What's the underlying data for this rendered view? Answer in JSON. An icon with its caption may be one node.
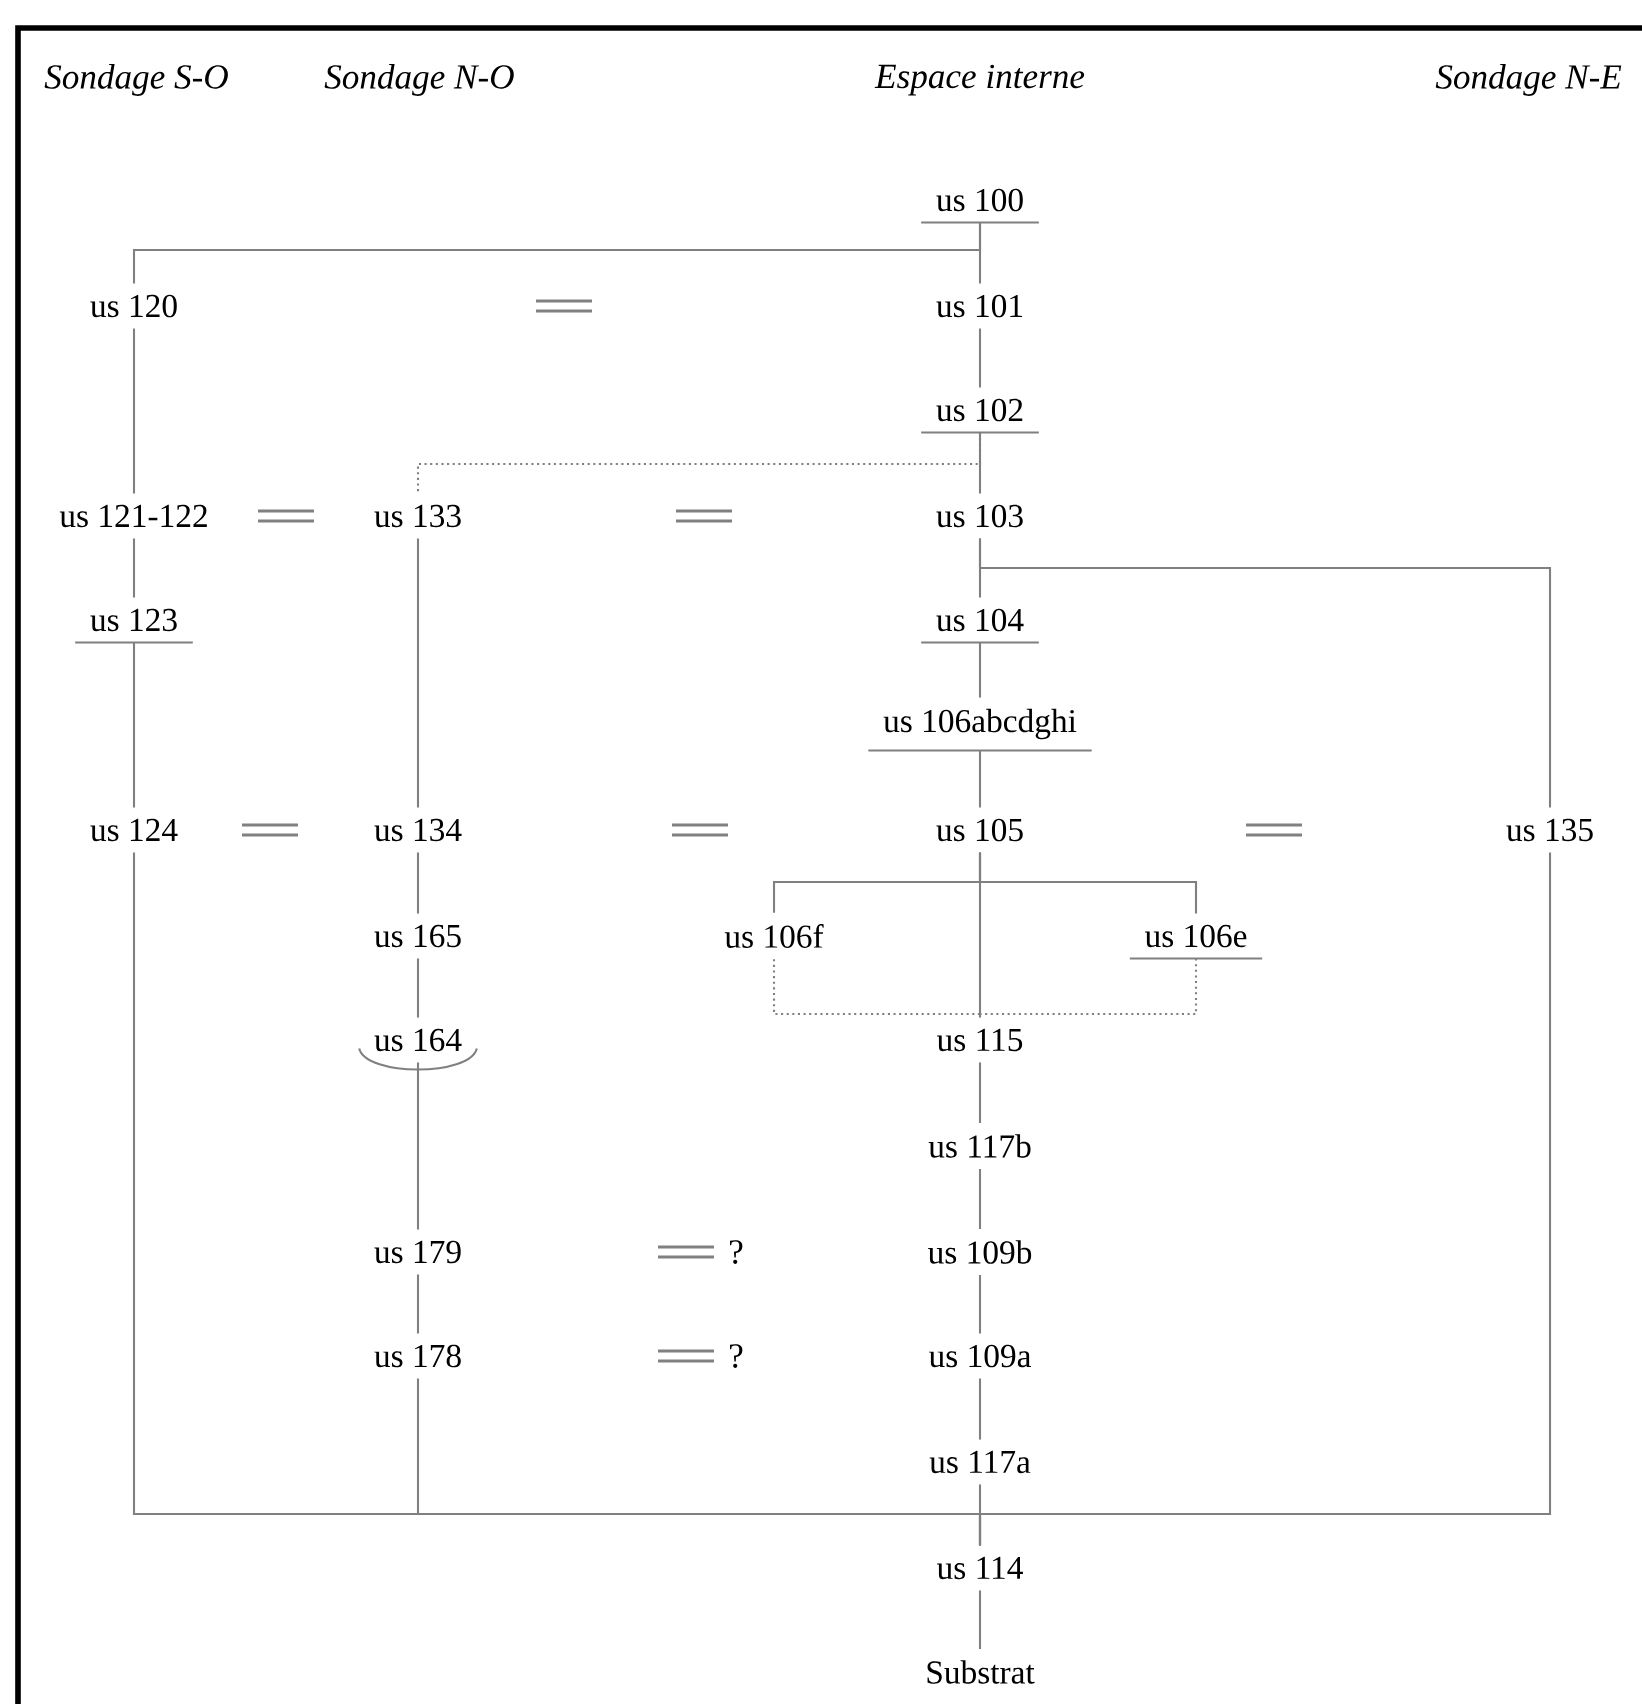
{
  "diagram": {
    "nodes": [
      {
        "text": [
          "us 100"
        ]
      },
      {
        "text": [
          "us 120"
        ]
      },
      {
        "text": [
          "us 101"
        ]
      },
      {
        "text": [
          "us 102"
        ]
      },
      {
        "text": [
          "us 121-122"
        ]
      },
      {
        "text": [
          "us 133"
        ]
      },
      {
        "text": [
          "us 103"
        ]
      },
      {
        "text": [
          "us 123"
        ]
      },
      {
        "text": [
          "us 104"
        ]
      },
      {
        "text": [
          "us 106abcdghi"
        ]
      },
      {
        "text": [
          "us 124"
        ]
      },
      {
        "text": [
          "us 134"
        ]
      },
      {
        "text": [
          "us 105"
        ]
      },
      {
        "text": [
          "us 135"
        ]
      },
      {
        "text": [
          "us 165"
        ]
      },
      {
        "text": [
          "us 106f"
        ]
      },
      {
        "text": [
          "us 106e"
        ]
      },
      {
        "text": [
          "us 164"
        ]
      },
      {
        "text": [
          "us 115"
        ]
      },
      {
        "text": [
          "us 117b"
        ]
      },
      {
        "text": [
          "us 179"
        ]
      },
      {
        "text": [
          "us 109b"
        ]
      },
      {
        "text": [
          "us 178"
        ]
      },
      {
        "text": [
          "us 109a"
        ]
      },
      {
        "text": [
          "us 117a"
        ]
      },
      {
        "text": [
          "us 114"
        ]
      },
      {
        "text": [
          "Substrat"
        ]
      }
    ],
    "edges": [
      {
        "from": 0,
        "to": 1,
        "arrow": "none"
      },
      {
        "from": 0,
        "to": 2,
        "arrow": "none"
      },
      {
        "from": 2,
        "to": 3,
        "arrow": "none"
      },
      {
        "from": 3,
        "to": 5,
        "arrow": "none",
        "style": "dashed"
      },
      {
        "from": 3,
        "to": 6,
        "arrow": "none"
      },
      {
        "from": 1,
        "to": 4,
        "arrow": "none"
      },
      {
        "from": 4,
        "to": 7,
        "arrow": "none"
      },
      {
        "from": 7,
        "to": 10,
        "arrow": "none"
      },
      {
        "from": 5,
        "to": 11,
        "arrow": "none"
      },
      {
        "from": 6,
        "to": 8,
        "arrow": "none"
      },
      {
        "from": 6,
        "to": 13,
        "arrow": "none"
      },
      {
        "from": 8,
        "to": 9,
        "arrow": "none"
      },
      {
        "from": 9,
        "to": 12,
        "arrow": "none"
      },
      {
        "from": 12,
        "to": 15,
        "arrow": "none"
      },
      {
        "from": 12,
        "to": 18,
        "arrow": "none"
      },
      {
        "from": 12,
        "to": 16,
        "arrow": "none"
      },
      {
        "from": 15,
        "to": 18,
        "arrow": "none",
        "style": "dashed"
      },
      {
        "from": 16,
        "to": 18,
        "arrow": "none",
        "style": "dashed"
      },
      {
        "from": 11,
        "to": 14,
        "arrow": "none"
      },
      {
        "from": 14,
        "to": 17,
        "arrow": "none"
      },
      {
        "from": 17,
        "to": 20,
        "arrow": "none"
      },
      {
        "from": 20,
        "to": 22,
        "arrow": "none"
      },
      {
        "from": 18,
        "to": 19,
        "arrow": "none"
      },
      {
        "from": 19,
        "to": 21,
        "arrow": "none"
      },
      {
        "from": 21,
        "to": 23,
        "arrow": "none"
      },
      {
        "from": 23,
        "to": 24,
        "arrow": "none"
      },
      {
        "from": 24,
        "to": 25,
        "arrow": "none"
      },
      {
        "from": 10,
        "to": 25,
        "arrow": "none"
      },
      {
        "from": 22,
        "to": 25,
        "arrow": "none"
      },
      {
        "from": 13,
        "to": 25,
        "arrow": "none"
      },
      {
        "from": 25,
        "to": 26,
        "arrow": "none"
      }
    ],
    "labels": [
      "Sondage S-O",
      "Sondage N-O",
      "Espace interne",
      "Sondage N-E",
      "?",
      "?"
    ]
  }
}
